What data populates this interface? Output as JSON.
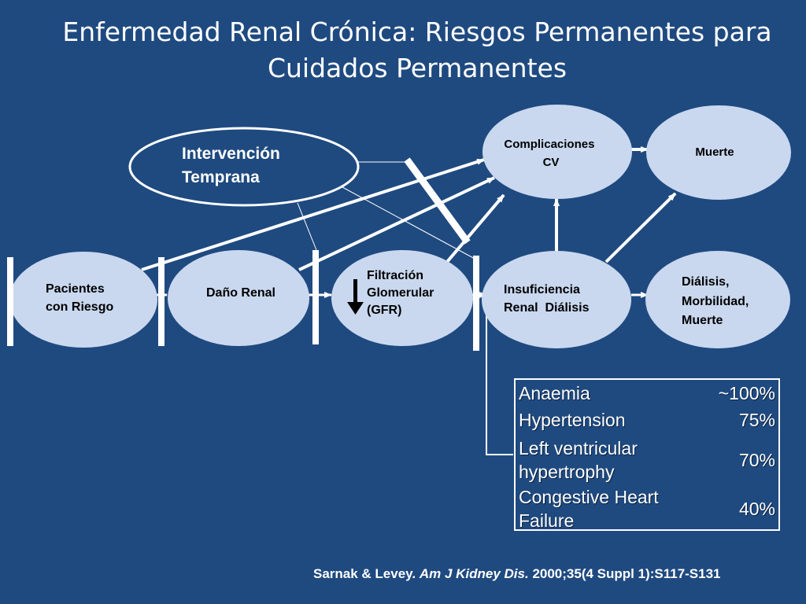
{
  "title": "Enfermedad Renal Crónica: Riesgos Permanentes para Cuidados Permanentes",
  "colors": {
    "background": "#1f4a80",
    "node_fill": "#c9d8ef",
    "line": "#ffffff",
    "text": "#000000"
  },
  "nodes": {
    "pacientes": [
      "Pacientes",
      "con Riesgo"
    ],
    "dano": [
      "Daño Renal"
    ],
    "filtracion": [
      "Filtración",
      "Glomerular",
      "(GFR)"
    ],
    "insuficiencia": [
      "Insuficiencia",
      "Renal  Diálisis"
    ],
    "dialisis": [
      "Diálisis,",
      "Morbilidad,",
      "Muerte"
    ],
    "complicaciones": [
      "Complicaciones",
      "CV"
    ],
    "muerte": [
      "Muerte"
    ],
    "intervencion": [
      "Intervención",
      "Temprana"
    ]
  },
  "icons": {
    "gfr_arrow": "arrow-down-icon"
  },
  "table": {
    "rows": [
      {
        "label": "Anaemia",
        "value": "~100%"
      },
      {
        "label": "Hypertension",
        "value": "75%"
      },
      {
        "label": "Left ventricular hypertrophy",
        "value": "70%"
      },
      {
        "label": "Congestive Heart Failure",
        "value": "40%"
      }
    ]
  },
  "citation": {
    "authors": "Sarnak & Levey.",
    "journal": "Am J Kidney Dis.",
    "details": "2000;35(4 Suppl 1):S117-S131"
  }
}
